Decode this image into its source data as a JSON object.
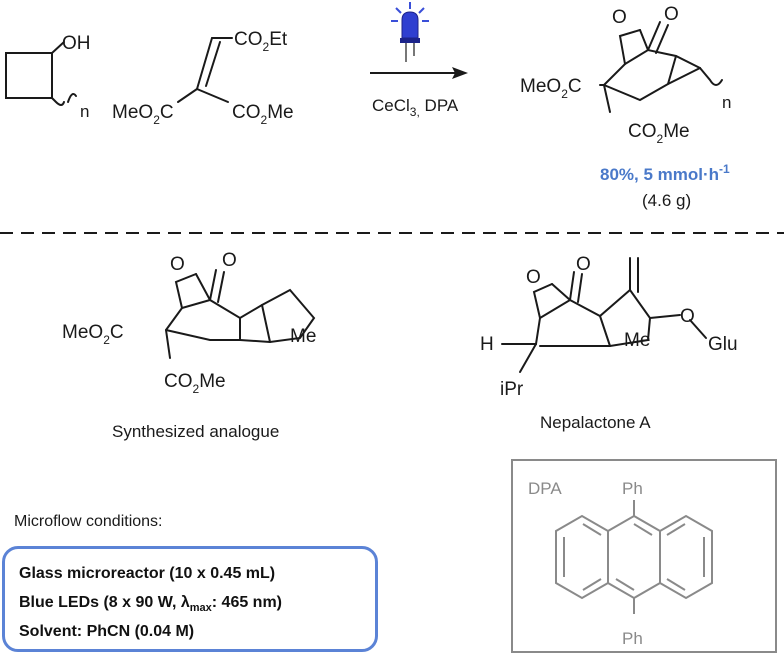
{
  "reaction": {
    "reactant1": {
      "oh": "OH",
      "n": "n"
    },
    "reactant2": {
      "co2et": "CO",
      "co2et_sub": "2",
      "co2et_tail": "Et",
      "meo2c": "MeO",
      "meo2c_sub": "2",
      "meo2c_tail": "C",
      "co2me": "CO",
      "co2me_sub": "2",
      "co2me_tail": "Me"
    },
    "conditions": {
      "reagent": "CeCl",
      "reagent_sub": "3,",
      "reagent_tail": " DPA"
    },
    "product": {
      "meo2c": "MeO",
      "meo2c_sub": "2",
      "meo2c_tail": "C",
      "co2me": "CO",
      "co2me_sub": "2",
      "co2me_tail": "Me",
      "o1": "O",
      "o2": "O",
      "n": "n"
    },
    "yield": "80%, 5 mmol·h",
    "yield_exp": "-1",
    "scale": "(4.6 g)"
  },
  "analogue": {
    "meo2c": "MeO",
    "meo2c_sub": "2",
    "meo2c_tail": "C",
    "co2me": "CO",
    "co2me_sub": "2",
    "co2me_tail": "Me",
    "o1": "O",
    "o2": "O",
    "me": "Me",
    "caption": "Synthesized analogue"
  },
  "nepalactone": {
    "h": "H",
    "ipr": "iPr",
    "o1": "O",
    "o2": "O",
    "me": "Me",
    "o3": "O",
    "glu": "Glu",
    "caption": "Nepalactone A"
  },
  "dpa": {
    "label": "DPA",
    "ph_top": "Ph",
    "ph_bottom": "Ph"
  },
  "microflow": {
    "label": "Microflow conditions:",
    "line1": "Glass microreactor (10 x 0.45 mL)",
    "line2_pre": "Blue LEDs (8 x 90 W, λ",
    "line2_sub": "max",
    "line2_post": ": 465 nm)",
    "line3": "Solvent: PhCN (0.04 M)"
  },
  "colors": {
    "accent_blue": "#4a79c9",
    "box_border": "#5b83d6",
    "dpa_grey": "#8a8a8a",
    "led": "#2f3fd0"
  }
}
